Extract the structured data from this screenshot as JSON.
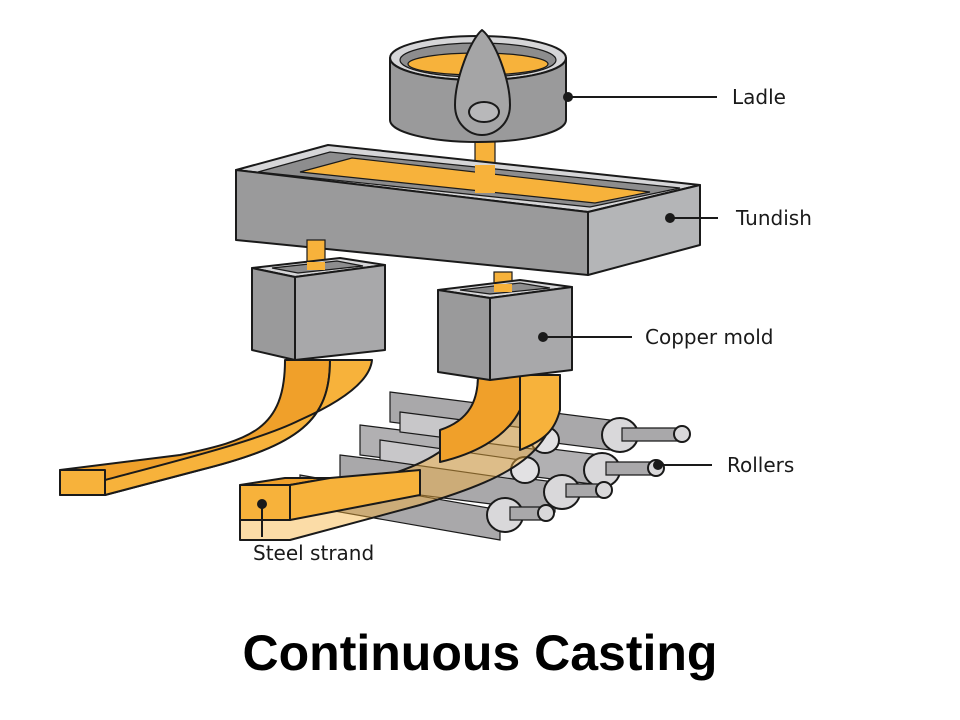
{
  "title": "Continuous Casting",
  "labels": {
    "ladle": "Ladle",
    "tundish": "Tundish",
    "copper_mold": "Copper mold",
    "rollers": "Rollers",
    "steel_strand": "Steel strand"
  },
  "colors": {
    "molten_steel": "#f7b23b",
    "molten_steel_dark": "#f0a02a",
    "vessel_gray": "#9a9a9b",
    "vessel_gray_light": "#b4b5b7",
    "vessel_rim": "#d6d6d8",
    "roller_gray": "#a9a8aa",
    "roller_light": "#d9d8da",
    "outline": "#1a1a1a"
  }
}
